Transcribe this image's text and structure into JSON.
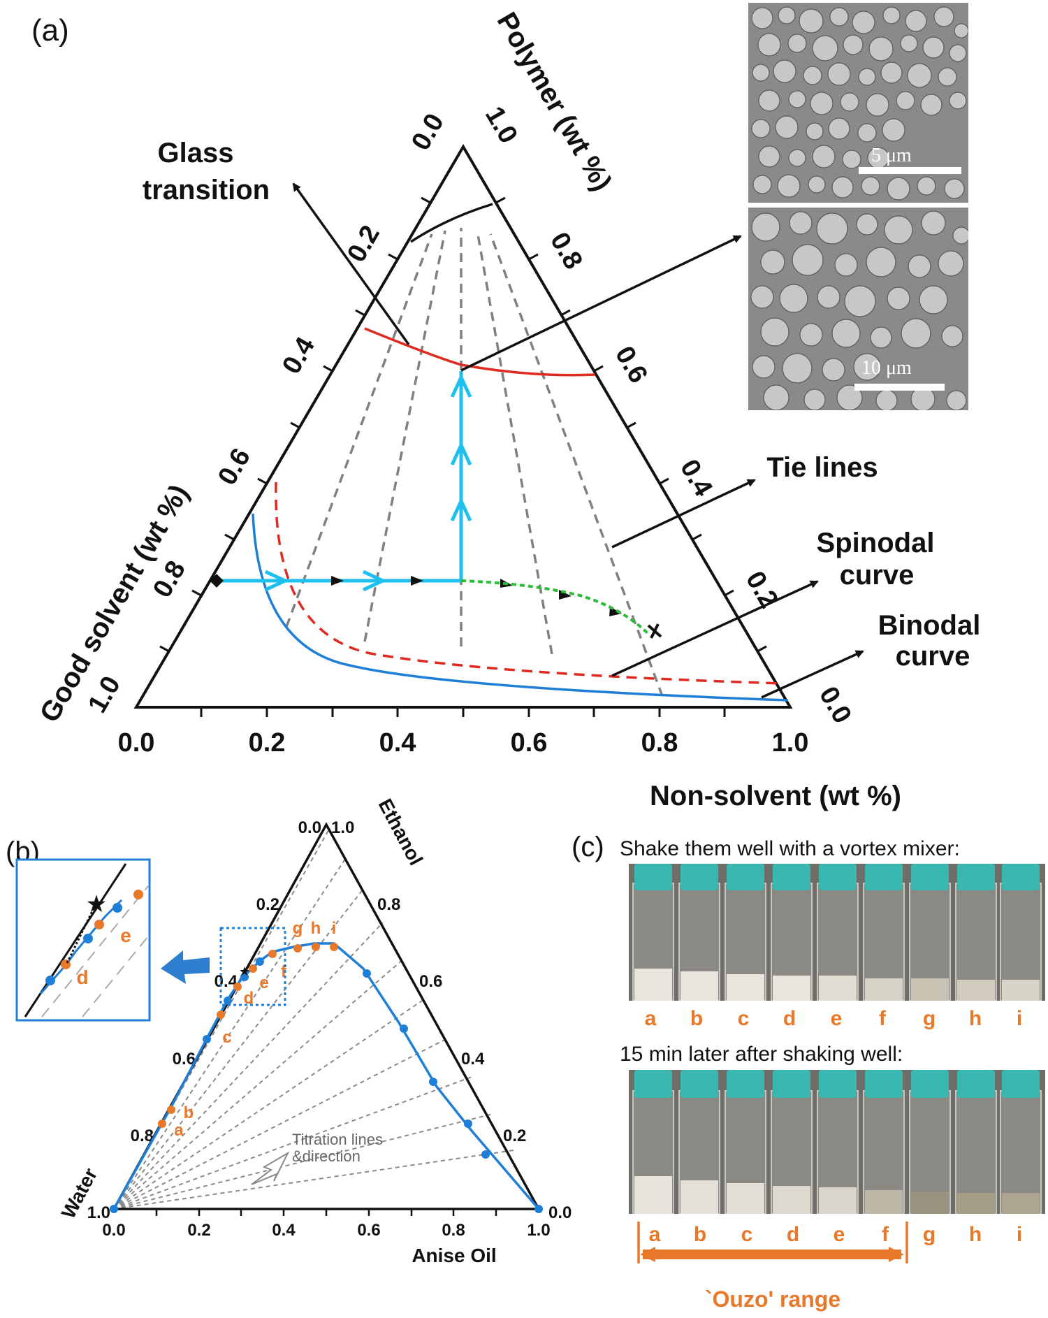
{
  "panel_a": {
    "panel_label": "(a)",
    "axes": {
      "bottom": "Non-solvent (wt %)",
      "left": "Good solvent (wt %)",
      "right": "Polymer (wt %)"
    },
    "bottom_ticks": [
      "0.0",
      "0.2",
      "0.4",
      "0.6",
      "0.8",
      "1.0"
    ],
    "left_ticks": [
      "1.0",
      "0.8",
      "0.6",
      "0.4",
      "0.2",
      "0.0"
    ],
    "right_ticks": [
      "0.0",
      "0.2",
      "0.4",
      "0.6",
      "0.8",
      "1.0"
    ],
    "labels": {
      "glass1": "Glass",
      "glass2": "transition",
      "tie": "Tie lines",
      "spin1": "Spinodal",
      "spin2": "curve",
      "bin1": "Binodal",
      "bin2": "curve"
    },
    "sem_scale_top": "5 μm",
    "sem_scale_bottom": "10 μm"
  },
  "panel_b": {
    "panel_label": "(b)",
    "axes": {
      "bottom": "Anise Oil",
      "left": "Water",
      "right": "Ethanol"
    },
    "bottom_ticks": [
      "0.0",
      "0.2",
      "0.4",
      "0.6",
      "0.8",
      "1.0"
    ],
    "left_ticks": [
      "1.0",
      "0.8",
      "0.6",
      "0.4",
      "0.2",
      "0.0"
    ],
    "right_ticks": [
      "0.0",
      "0.2",
      "0.4",
      "0.6",
      "0.8",
      "1.0"
    ],
    "titration1": "Titration lines",
    "titration2": "&direction",
    "points": [
      "a",
      "b",
      "c",
      "d",
      "e",
      "f",
      "g",
      "h",
      "i"
    ],
    "inset_labels": [
      "d",
      "e"
    ]
  },
  "panel_c": {
    "panel_label": "(c)",
    "top_caption": "Shake them well with a vortex mixer:",
    "bottom_caption": "15 min later after shaking well:",
    "vial_labels": [
      "a",
      "b",
      "c",
      "d",
      "e",
      "f",
      "g",
      "h",
      "i"
    ],
    "range_label": "`Ouzo' range"
  },
  "colors": {
    "black": "#111111",
    "red": "#e02a20",
    "blue": "#1f7fd6",
    "cyan": "#1fc0ef",
    "green": "#2dbb3a",
    "gray": "#808080",
    "orange": "#e8782a",
    "cap": "#3ab7b0"
  }
}
